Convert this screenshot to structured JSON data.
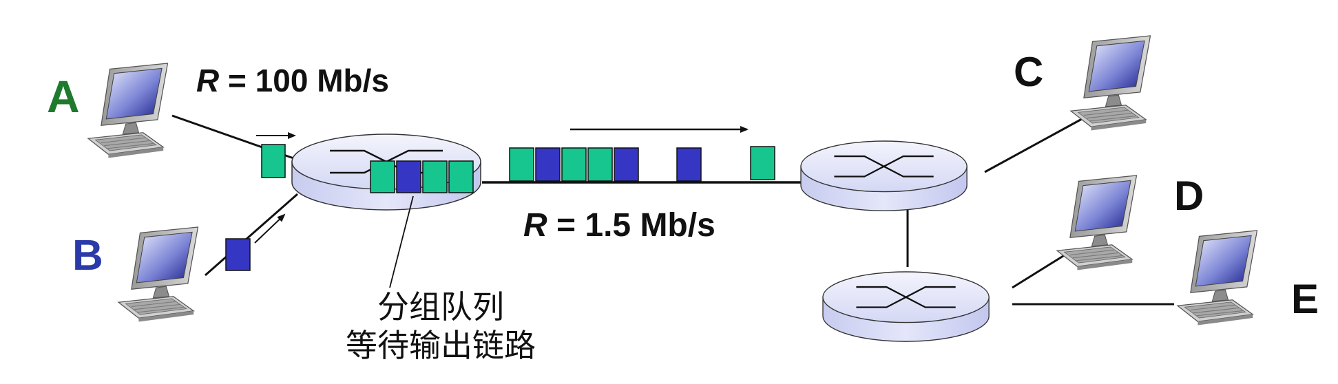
{
  "hosts": [
    {
      "id": "A",
      "label": "A",
      "color": "#1f7a2e"
    },
    {
      "id": "B",
      "label": "B",
      "color": "#2a3aa8"
    },
    {
      "id": "C",
      "label": "C",
      "color": "#111111"
    },
    {
      "id": "D",
      "label": "D",
      "color": "#111111"
    },
    {
      "id": "E",
      "label": "E",
      "color": "#111111"
    }
  ],
  "links": {
    "access_rate": {
      "var": "R",
      "text": " = 100 Mb/s"
    },
    "bottleneck_rate": {
      "var": "R",
      "text": " = 1.5 Mb/s"
    }
  },
  "queue_caption": {
    "line1": "分组队列",
    "line2": "等待输出链路"
  },
  "colors": {
    "packet_green": "#17c58f",
    "packet_blue": "#3636c4",
    "router_fill": "#d6d9f5",
    "line": "#111111"
  },
  "packets": {
    "queued": [
      "green",
      "blue",
      "green",
      "green"
    ],
    "in_transit": [
      "green",
      "blue",
      "green",
      "green",
      "blue",
      "blue",
      "green"
    ],
    "from_A": "green",
    "from_B": "blue"
  }
}
